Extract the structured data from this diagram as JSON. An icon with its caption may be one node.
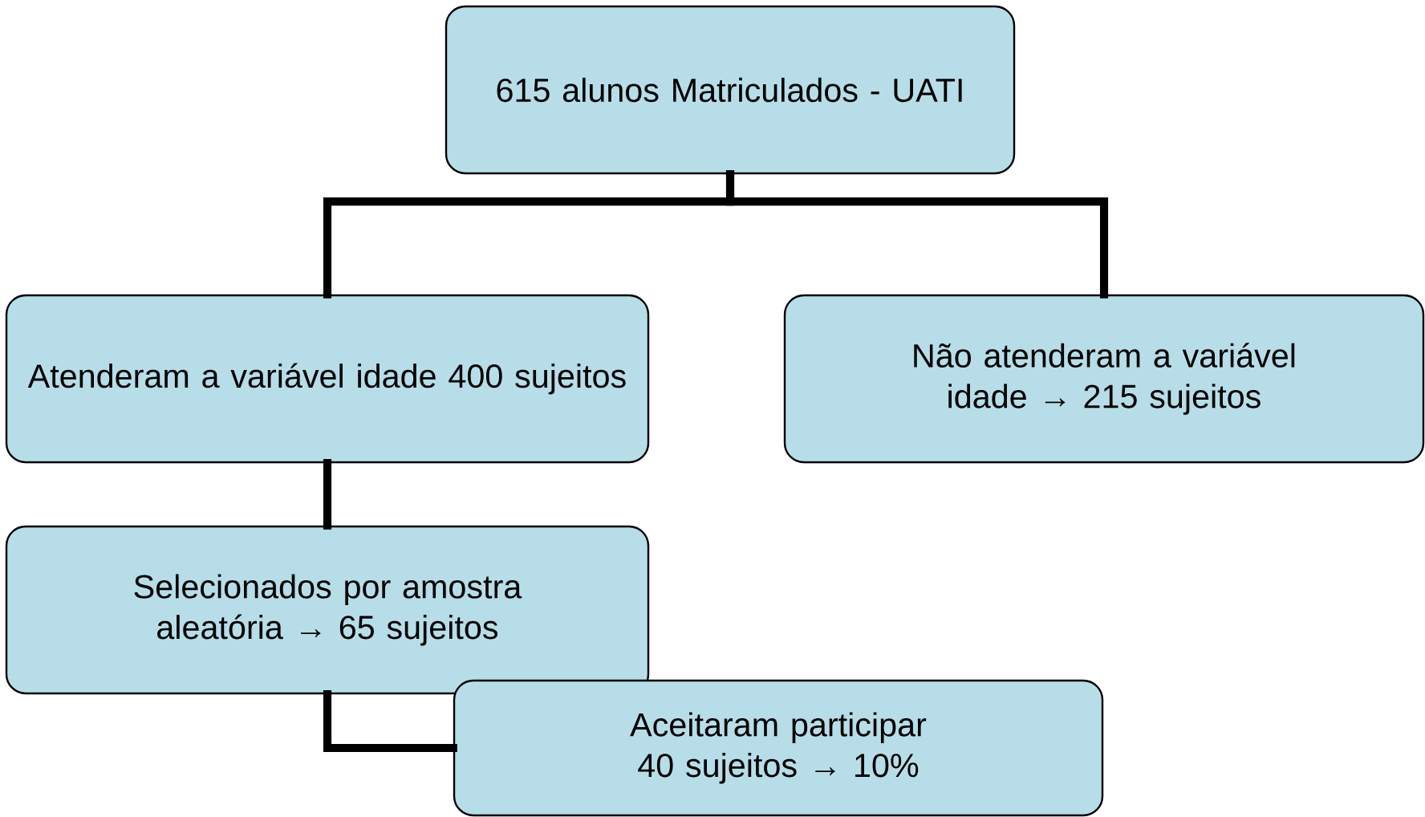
{
  "diagram": {
    "nodes": [
      {
        "text": [
          "615 alunos Matriculados - UATI"
        ]
      },
      {
        "text": [
          "Atenderam a variável idade 400 sujeitos"
        ]
      },
      {
        "text": [
          "Não atenderam a variável idade → 215 sujeitos"
        ]
      },
      {
        "text": [
          "Selecionados por amostra aleatória → 65 sujeitos"
        ]
      },
      {
        "text": [
          "Aceitaram participar 40 sujeitos → 10%"
        ]
      }
    ],
    "edges": [
      {
        "from": 0,
        "to": 1,
        "arrow": "none"
      },
      {
        "from": 0,
        "to": 2,
        "arrow": "none"
      },
      {
        "from": 1,
        "to": 3,
        "arrow": "none"
      },
      {
        "from": 3,
        "to": 4,
        "arrow": "none"
      }
    ]
  }
}
